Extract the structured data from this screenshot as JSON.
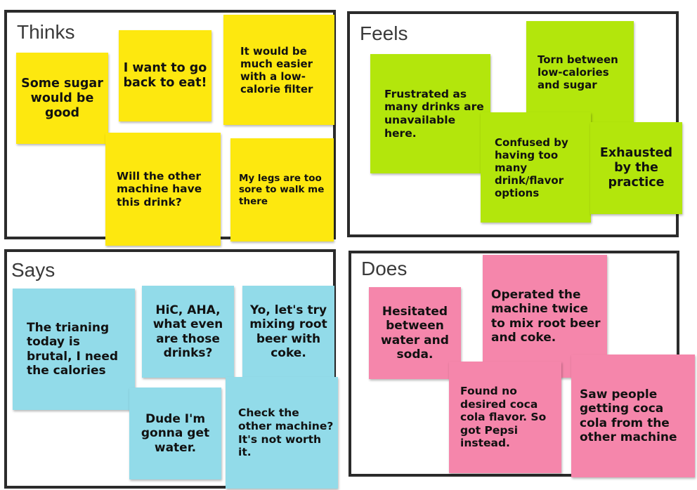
{
  "quadrants": {
    "thinks": {
      "title": "Thinks",
      "notes": [
        "Some sugar would be good",
        "I want to go back to eat!",
        "It would be much easier with a low-calorie filter",
        "Will the other machine have this drink?",
        "My legs are too sore to walk me there"
      ]
    },
    "feels": {
      "title": "Feels",
      "notes": [
        "Frustrated as many drinks are unavailable here.",
        "Torn between low-calories and sugar",
        "Confused by having too many drink/flavor options",
        "Exhausted by the practice"
      ]
    },
    "says": {
      "title": "Says",
      "notes": [
        "The trianing today is brutal, I need the calories",
        "HiC, AHA, what even are those drinks?",
        "Yo, let's try mixing root beer with coke.",
        "Dude I'm gonna get water.",
        "Check the other machine? It's not worth it."
      ]
    },
    "does": {
      "title": "Does",
      "notes": [
        "Hesitated between water and soda.",
        "Operated the machine twice to mix root beer and coke.",
        "Found no desired coca cola flavor. So got Pepsi instead.",
        "Saw people getting coca cola from the other machine"
      ]
    }
  },
  "colors": {
    "thinks": "#fde80f",
    "feels": "#b3e60c",
    "says": "#92dbe9",
    "does": "#f586ab",
    "border": "#2b2b2b"
  }
}
